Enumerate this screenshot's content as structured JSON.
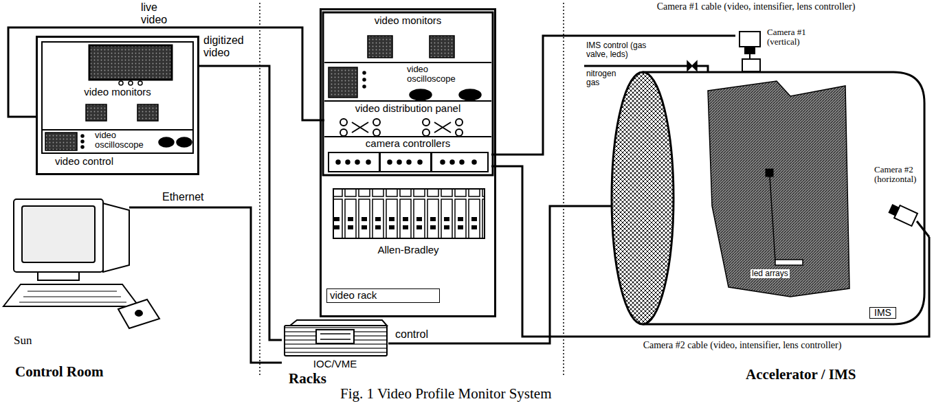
{
  "diagram": {
    "caption": "Fig. 1 Video Profile Monitor System",
    "nodes": [
      {
        "text": [
          "video control"
        ]
      },
      {
        "text": [
          "video monitors"
        ],
        "in": 0
      },
      {
        "text": [
          "video oscilloscope"
        ],
        "in": 0
      },
      {
        "text": [
          "Sun"
        ]
      },
      {
        "text": [
          "video rack"
        ]
      },
      {
        "text": [
          "video monitors"
        ],
        "in": 4
      },
      {
        "text": [
          "video oscilloscope"
        ],
        "in": 4
      },
      {
        "text": [
          "video distribution panel"
        ],
        "in": 4
      },
      {
        "text": [
          "camera controllers"
        ],
        "in": 4
      },
      {
        "text": [
          "Allen-Bradley"
        ],
        "in": 4
      },
      {
        "text": [
          "IOC/VME"
        ]
      },
      {
        "text": [
          "IMS"
        ]
      },
      {
        "text": [
          "Camera #1 (vertical)"
        ]
      },
      {
        "text": [
          "Camera #2 (horizontal)"
        ]
      }
    ],
    "edges": [
      {
        "from": 7,
        "to": 0,
        "label": "live video",
        "arrow": "none"
      },
      {
        "from": 0,
        "to": 10,
        "label": "digitized video",
        "arrow": "none"
      },
      {
        "from": 3,
        "to": 10,
        "label": "Ethernet",
        "arrow": "none"
      },
      {
        "from": 10,
        "to": 11,
        "label": "control",
        "arrow": "none"
      },
      {
        "from": 8,
        "to": 12,
        "label": "Camera #1 cable (video, intensifier, lens controller)",
        "arrow": "none"
      },
      {
        "from": 8,
        "to": 13,
        "label": "Camera #2 cable (video, intensifier, lens controller)",
        "arrow": "none"
      }
    ],
    "labels": [
      "Control Room",
      "Racks",
      "Accelerator / IMS",
      "IMS control (gas valve, leds)",
      "nitrogen gas",
      "led arrays"
    ]
  }
}
